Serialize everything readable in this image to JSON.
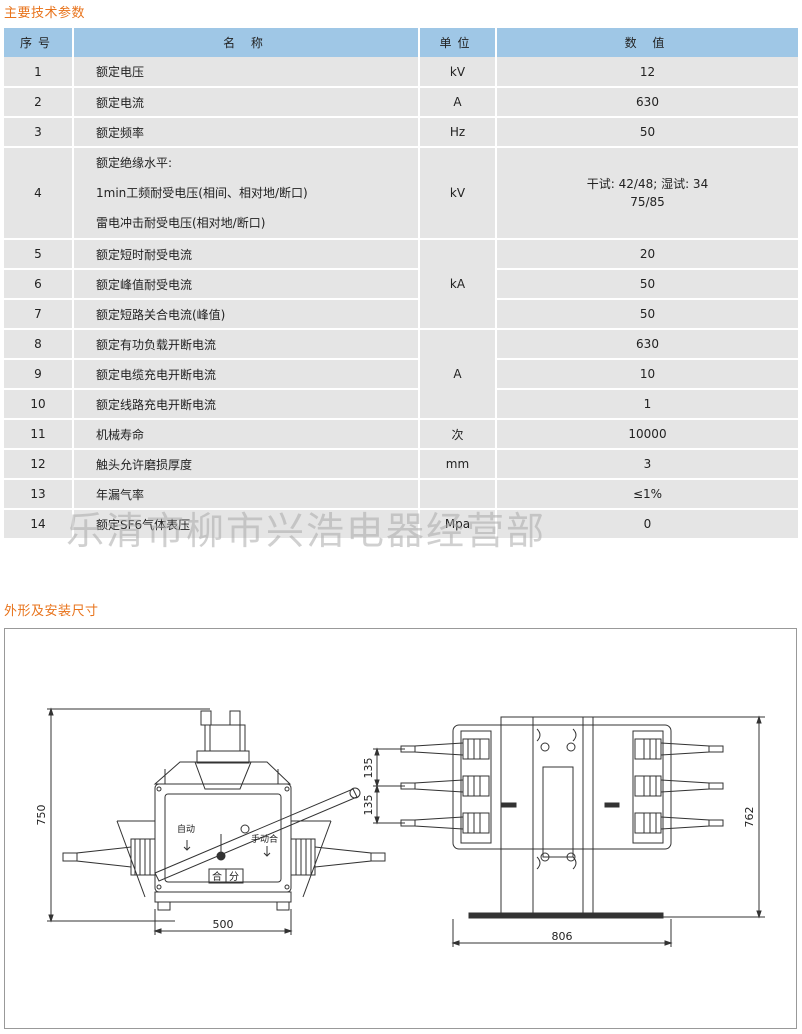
{
  "section1_title": "主要技术参数",
  "section2_title": "外形及安装尺寸",
  "table": {
    "headers": {
      "seq": "序号",
      "name": "名 称",
      "unit": "单位",
      "value": "数 值"
    },
    "rows": [
      {
        "seq": "1",
        "name": "额定电压",
        "unit": "kV",
        "value": "12"
      },
      {
        "seq": "2",
        "name": "额定电流",
        "unit": "A",
        "value": "630"
      },
      {
        "seq": "3",
        "name": "额定频率",
        "unit": "Hz",
        "value": "50"
      },
      {
        "seq": "4",
        "name_lines": [
          "额定绝缘水平:",
          "1min工频耐受电压(相间、相对地/断口)",
          "雷电冲击耐受电压(相对地/断口)"
        ],
        "unit": "kV",
        "value_lines": [
          "干试: 42/48; 湿试: 34",
          "75/85"
        ]
      },
      {
        "seq": "5",
        "name": "额定短时耐受电流",
        "unit": "kA",
        "value": "20"
      },
      {
        "seq": "6",
        "name": "额定峰值耐受电流",
        "value": "50"
      },
      {
        "seq": "7",
        "name": "额定短路关合电流(峰值)",
        "value": "50"
      },
      {
        "seq": "8",
        "name": "额定有功负载开断电流",
        "unit": "A",
        "value": "630"
      },
      {
        "seq": "9",
        "name": "额定电缆充电开断电流",
        "value": "10"
      },
      {
        "seq": "10",
        "name": "额定线路充电开断电流",
        "value": "1"
      },
      {
        "seq": "11",
        "name": "机械寿命",
        "unit": "次",
        "value": "10000"
      },
      {
        "seq": "12",
        "name": "触头允许磨损厚度",
        "unit": "mm",
        "value": "3"
      },
      {
        "seq": "13",
        "name": "年漏气率",
        "unit": "",
        "value": "≤1%"
      },
      {
        "seq": "14",
        "name": "额定SF6气体表压",
        "unit": "Mpa",
        "value": "0"
      }
    ]
  },
  "watermark": "乐清市柳市兴浩电器经营部",
  "drawing": {
    "dim_height_left": "750",
    "dim_width_left": "500",
    "dim_pitch_1": "135",
    "dim_pitch_2": "135",
    "dim_height_right": "762",
    "dim_width_right": "806",
    "label_auto": "自动",
    "label_manual_close": "手动合",
    "label_close": "合",
    "label_open": "分"
  }
}
